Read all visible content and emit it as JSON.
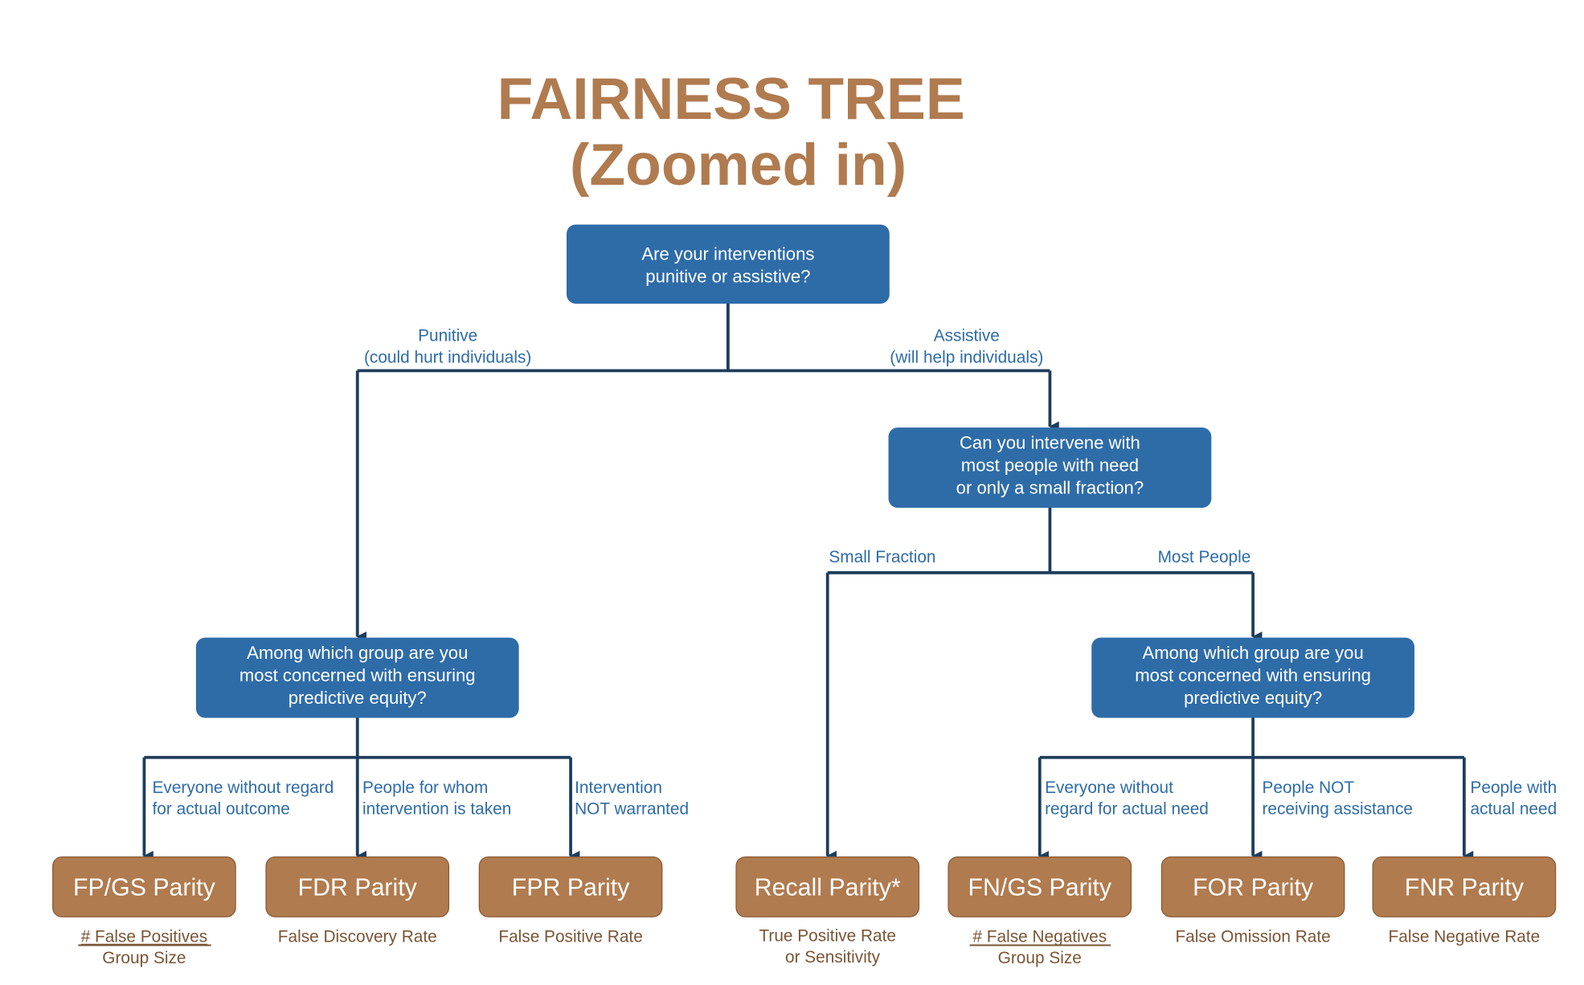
{
  "title": {
    "line1": "FAIRNESS TREE",
    "line2": "(Zoomed in)"
  },
  "colors": {
    "question_box": "#2e6ca8",
    "leaf_box": "#b07b4f",
    "edge": "#1f3d5c",
    "label_text": "#2e6ca8",
    "sublabel_text": "#7a5535"
  },
  "root": {
    "lines": [
      "Are your interventions",
      "punitive or assistive?"
    ]
  },
  "root_branches": {
    "punitive": [
      "Punitive",
      "(could hurt individuals)"
    ],
    "assistive": [
      "Assistive",
      "(will help individuals)"
    ]
  },
  "assistive_q": {
    "lines": [
      "Can you intervene with",
      "most people with need",
      "or only a small fraction?"
    ]
  },
  "assistive_branches": {
    "small": "Small Fraction",
    "most": "Most People"
  },
  "group_q_left": {
    "lines": [
      "Among which group are you",
      "most concerned with ensuring",
      "predictive equity?"
    ]
  },
  "group_q_right": {
    "lines": [
      "Among which group are you",
      "most concerned with ensuring",
      "predictive equity?"
    ]
  },
  "left_branches": [
    [
      "Everyone without regard",
      "for actual outcome"
    ],
    [
      "People for whom",
      "intervention is taken"
    ],
    [
      "Intervention",
      "NOT warranted"
    ]
  ],
  "right_branches": [
    [
      "Everyone without",
      "regard for actual need"
    ],
    [
      "People NOT",
      "receiving assistance"
    ],
    [
      "People with",
      "actual need"
    ]
  ],
  "leaves": [
    {
      "label": "FP/GS Parity",
      "sub": [
        "# False Positives",
        "Group Size"
      ]
    },
    {
      "label": "FDR Parity",
      "sub": [
        "False Discovery Rate"
      ]
    },
    {
      "label": "FPR Parity",
      "sub": [
        "False Positive Rate"
      ]
    },
    {
      "label": "Recall Parity*",
      "sub": [
        "True Positive Rate",
        "or Sensitivity"
      ]
    },
    {
      "label": "FN/GS Parity",
      "sub": [
        "# False Negatives",
        "Group Size"
      ]
    },
    {
      "label": "FOR Parity",
      "sub": [
        "False Omission Rate"
      ]
    },
    {
      "label": "FNR Parity",
      "sub": [
        "False Negative Rate"
      ]
    }
  ]
}
